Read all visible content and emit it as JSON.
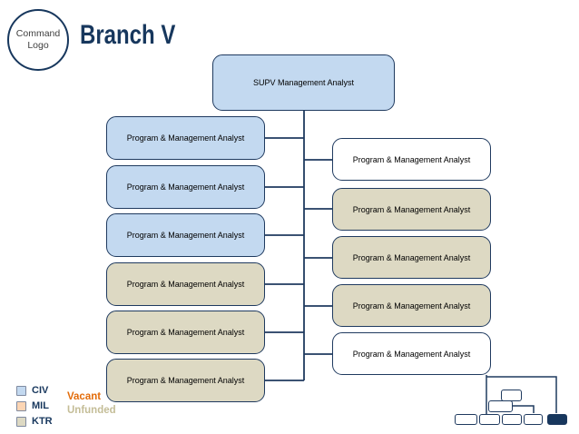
{
  "header": {
    "logo_line1": "Command",
    "logo_line2": "Logo",
    "title": "Branch V"
  },
  "org_chart": {
    "root": {
      "label": "SUPV Management Analyst",
      "type": "civ"
    },
    "left_column": [
      {
        "label": "Program & Management Analyst",
        "type": "civ"
      },
      {
        "label": "Program & Management Analyst",
        "type": "civ"
      },
      {
        "label": "Program & Management Analyst",
        "type": "civ"
      },
      {
        "label": "Program & Management Analyst",
        "type": "ktr"
      },
      {
        "label": "Program & Management Analyst",
        "type": "ktr"
      },
      {
        "label": "Program & Management Analyst",
        "type": "ktr"
      }
    ],
    "right_column": [
      {
        "label": "Program & Management Analyst",
        "type": "vacant"
      },
      {
        "label": "Program & Management Analyst",
        "type": "ktr"
      },
      {
        "label": "Program & Management Analyst",
        "type": "ktr"
      },
      {
        "label": "Program & Management Analyst",
        "type": "ktr"
      },
      {
        "label": "Program & Management Analyst",
        "type": "vacant"
      }
    ]
  },
  "legend": {
    "items": [
      {
        "label": "CIV",
        "color": "#c3d9f0"
      },
      {
        "label": "MIL",
        "color": "#fcd5b4"
      },
      {
        "label": "KTR",
        "color": "#ddd9c3"
      }
    ],
    "annotations": [
      {
        "label": "Vacant",
        "color": "#e36c0a"
      },
      {
        "label": "Unfunded",
        "color": "#c4bd97"
      }
    ]
  },
  "colors": {
    "civ": "#c3d9f0",
    "mil": "#fcd5b4",
    "ktr": "#ddd9c3",
    "vacant": "#ffffff",
    "line": "#1f3a5f",
    "title": "#17375d"
  }
}
